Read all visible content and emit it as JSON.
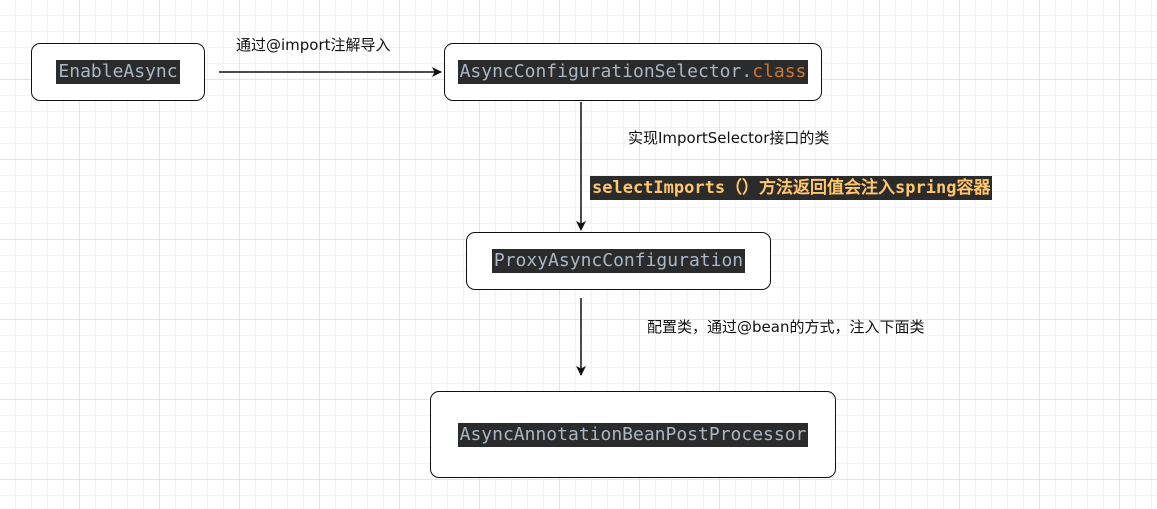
{
  "nodes": {
    "enable_async": "EnableAsync",
    "selector_name": "AsyncConfigurationSelector.",
    "selector_suffix": "class",
    "proxy_config": "ProxyAsyncConfiguration",
    "post_processor": "AsyncAnnotationBeanPostProcessor"
  },
  "edges": {
    "import_label": "通过@import注解导入",
    "selector_label": "实现ImportSelector接口的类",
    "select_imports_label": "selectImports（）方法返回值会注入spring容器",
    "bean_label": "配置类，通过@bean的方式，注入下面类"
  },
  "colors": {
    "code_background": "#2b2b2b",
    "code_text": "#a9b7c6",
    "annotation": "#bbb529",
    "keyword": "#cc7832",
    "method_highlight": "#ffc66d",
    "stroke": "#111111"
  }
}
